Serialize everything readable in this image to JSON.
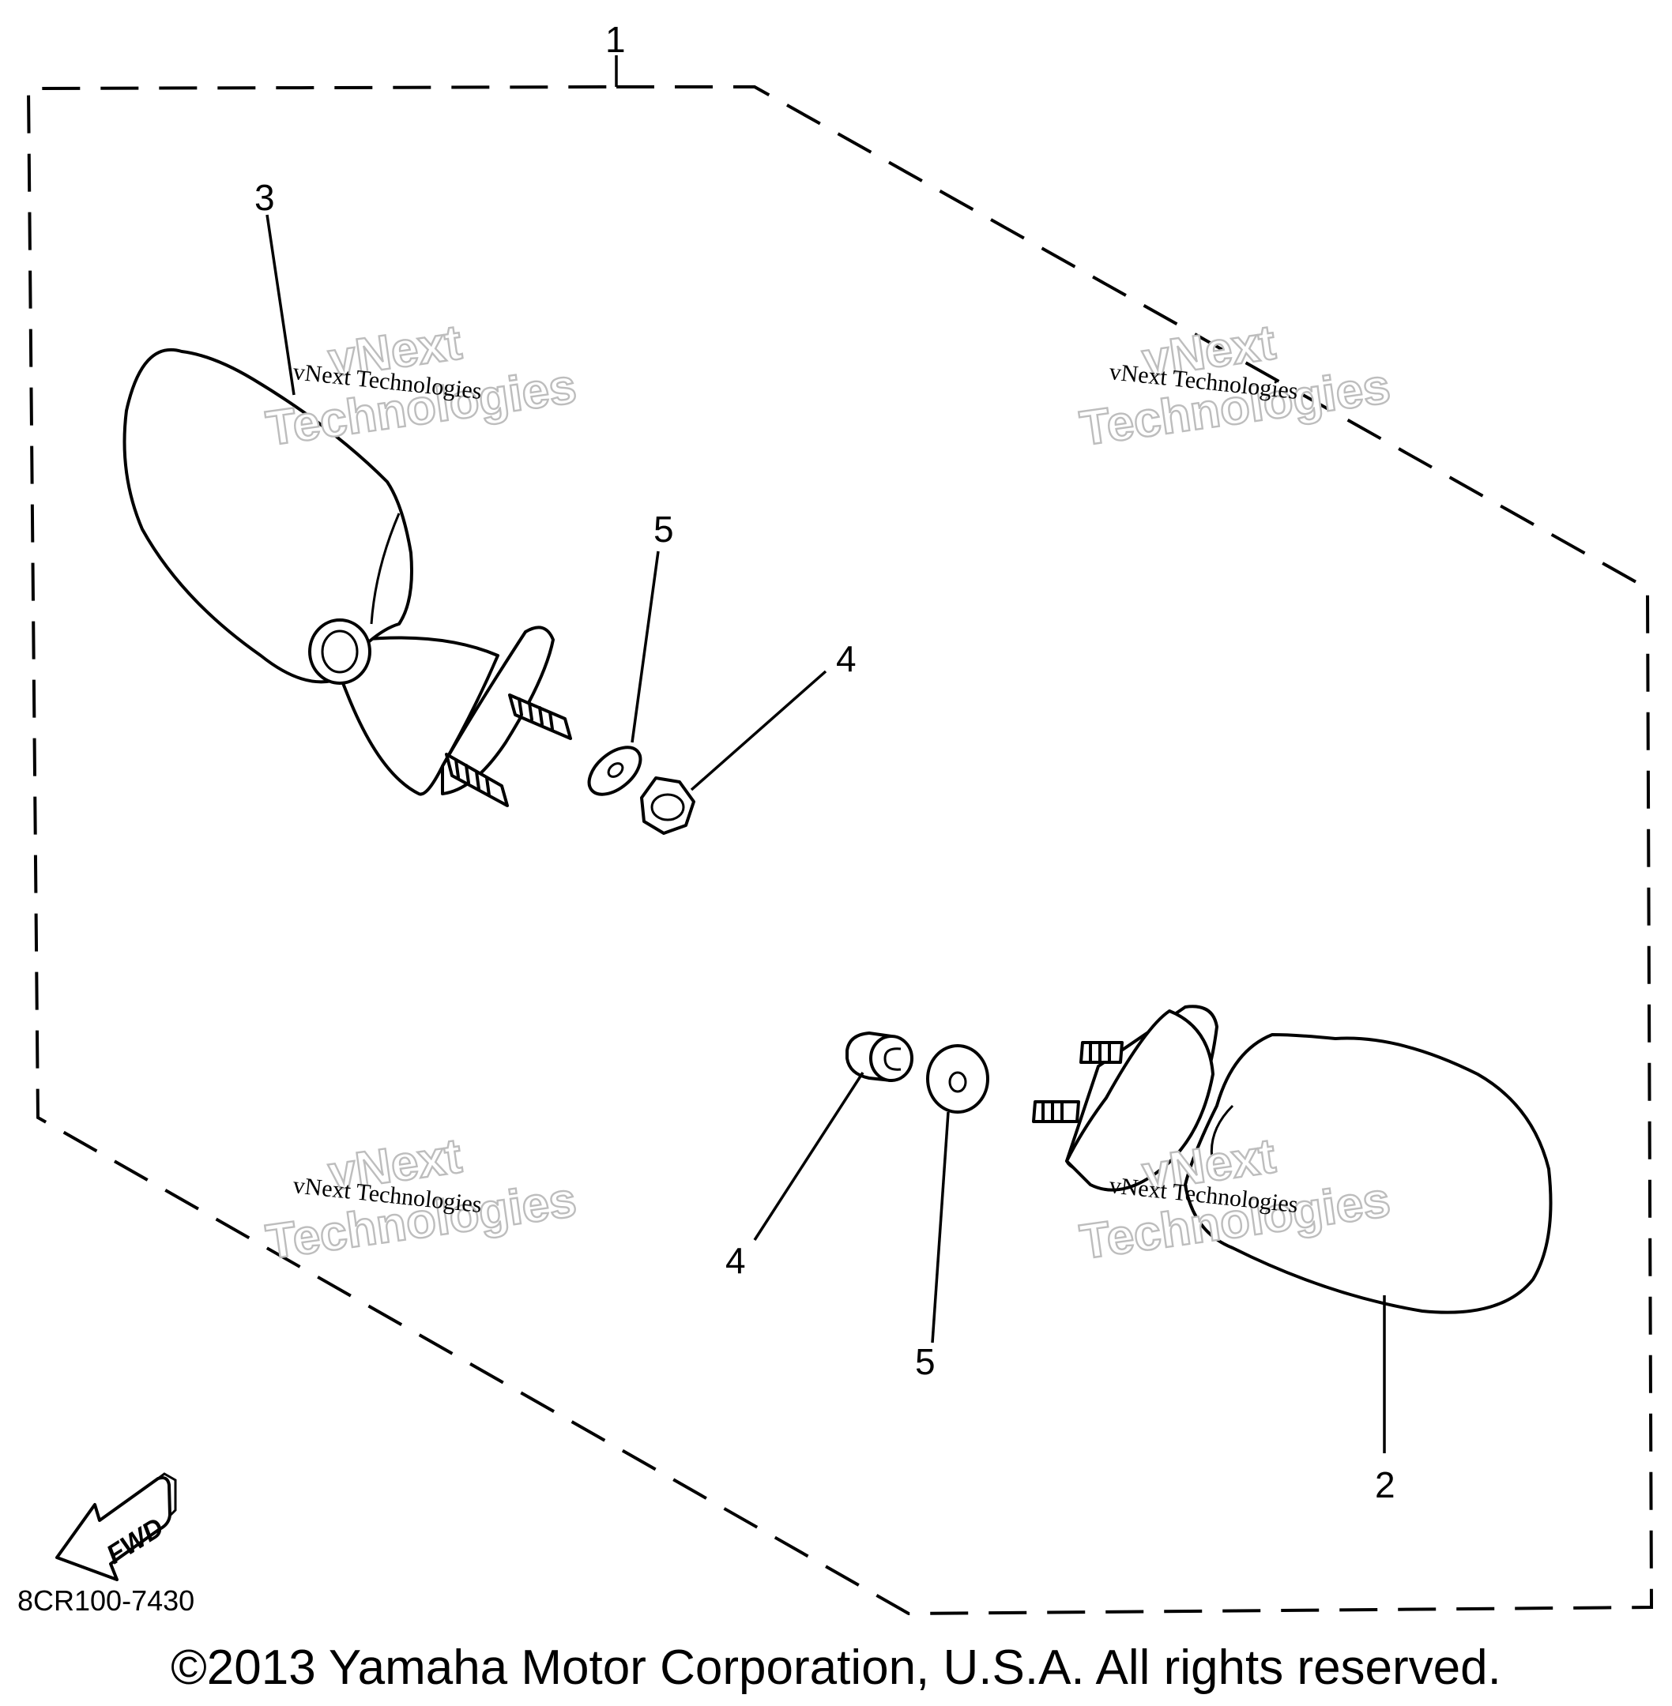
{
  "callouts": {
    "kit": "1",
    "mirror_right": "2",
    "mirror_left": "3",
    "nut_upper": "4",
    "nut_lower": "4",
    "washer_upper": "5",
    "washer_lower": "5"
  },
  "watermark": {
    "small": "vNext Technologies",
    "big_line1": "vNext",
    "big_line2": "Technologies"
  },
  "fwd_label": "FWD",
  "drawing_code": "8CR100-7430",
  "copyright": "©2013 Yamaha Motor Corporation, U.S.A. All rights reserved."
}
